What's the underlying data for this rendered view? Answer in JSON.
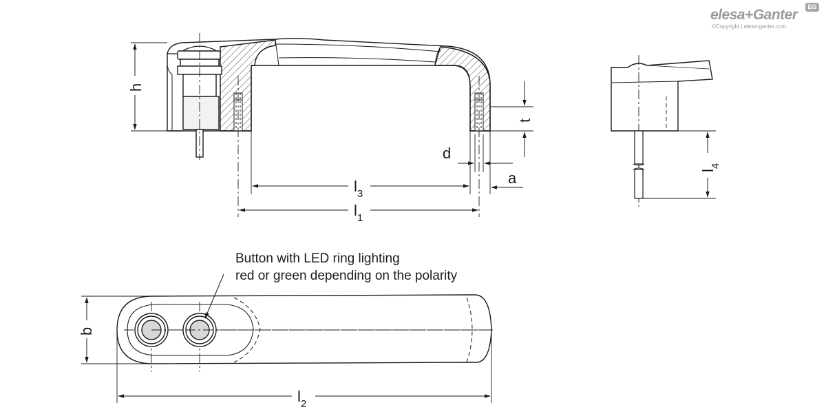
{
  "brand": {
    "name": "elesa+Ganter",
    "copyright": "©Copyright | elesa-ganter.com",
    "badge": "EG"
  },
  "note": {
    "line1": "Button with LED ring lighting",
    "line2": "red or green depending on the polarity"
  },
  "dimensions": {
    "h": "h",
    "t": "t",
    "d": "d",
    "a": "a",
    "l3": "l",
    "l3_sub": "3",
    "l1": "l",
    "l1_sub": "1",
    "l4": "l",
    "l4_sub": "4",
    "b": "b",
    "l2": "l",
    "l2_sub": "2"
  }
}
